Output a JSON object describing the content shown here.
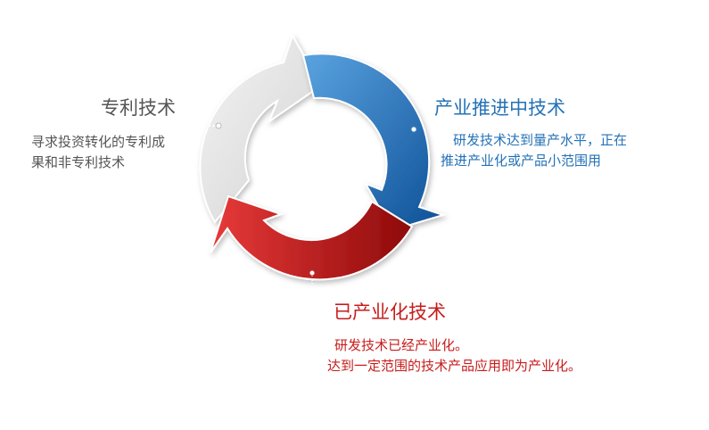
{
  "stages": {
    "patent": {
      "title": "专利技术",
      "desc": [
        "寻求投资转化的专利成",
        "果和非专利技术"
      ],
      "color": "#555555",
      "arrow_colors": [
        "#f4f4f4",
        "#d2d2d2"
      ]
    },
    "promotion": {
      "title": "产业推进中技术",
      "desc": [
        "研发技术达到量产水平，正在",
        "推进产业化或产品小范围用"
      ],
      "color": "#2472b6",
      "arrow_colors": [
        "#5aa3e0",
        "#0d4f96"
      ]
    },
    "industrialized": {
      "title": "已产业化技术",
      "desc": [
        "研发技术已经产业化。",
        "达到一定范围的技术产品应用即为产业化。"
      ],
      "color": "#c81c1c",
      "arrow_colors": [
        "#e83a3a",
        "#8e0a0a"
      ]
    }
  }
}
